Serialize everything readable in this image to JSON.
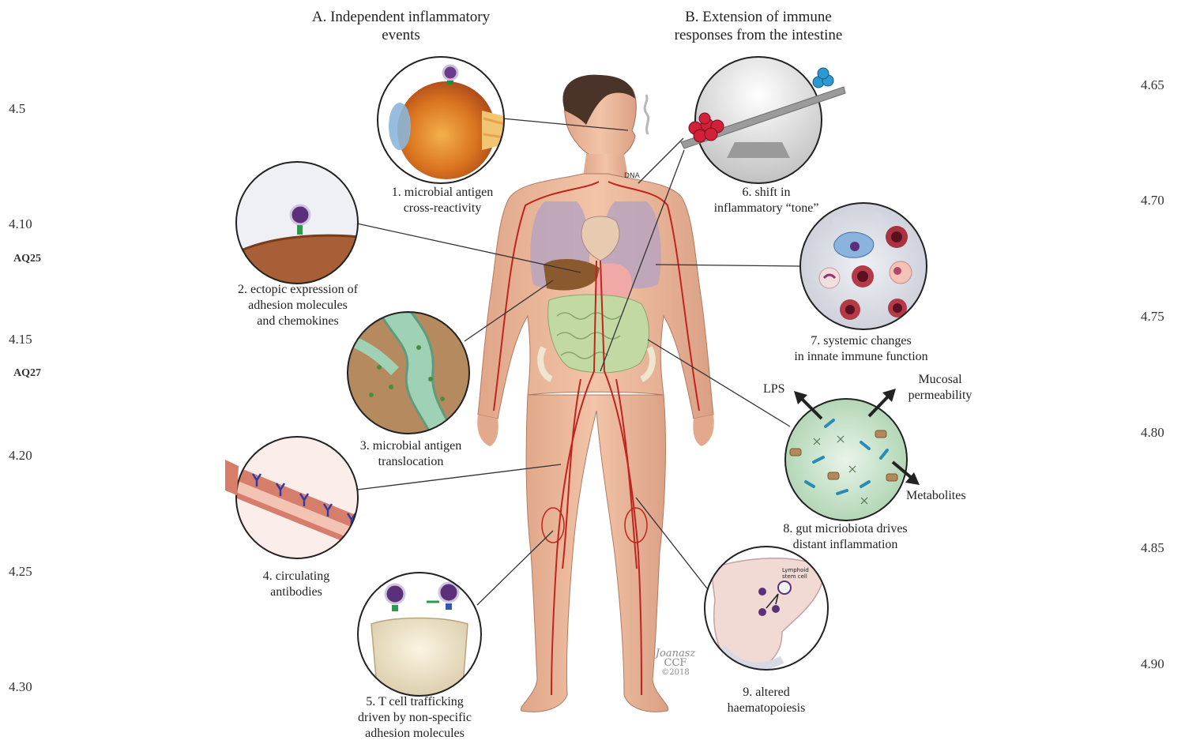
{
  "headers": {
    "a": [
      "A. Independent inflammatory",
      "events"
    ],
    "b": [
      "B. Extension of immune",
      "responses from the intestine"
    ]
  },
  "labels": {
    "l1": [
      "1. microbial antigen",
      "cross-reactivity"
    ],
    "l2": [
      "2. ectopic expression of",
      "adhesion molecules",
      "and chemokines"
    ],
    "l3": [
      "3. microbial antigen",
      "translocation"
    ],
    "l4": [
      "4. circulating",
      "antibodies"
    ],
    "l5": [
      "5. T cell trafficking",
      "driven by non-specific",
      "adhesion molecules"
    ],
    "l6": [
      "6. shift in",
      "inflammatory “tone”"
    ],
    "l7": [
      "7. systemic changes",
      "in innate immune function"
    ],
    "l8": [
      "8. gut micriobiota drives",
      "distant inflammation"
    ],
    "l9": [
      "9. altered",
      "haematopoiesis"
    ]
  },
  "arrows": {
    "lps": "LPS",
    "mucosal": [
      "Mucosal",
      "permeability"
    ],
    "metabolites": "Metabolites"
  },
  "inset_text": {
    "dna": "DNA",
    "lymphoid": [
      "Lymphoid",
      "stem cell"
    ]
  },
  "signature": [
    "Joanasz",
    "CCF",
    "©2018"
  ],
  "margin_left": [
    "4.5",
    "4.10",
    "4.15",
    "4.20",
    "4.25",
    "4.30"
  ],
  "margin_right": [
    "4.65",
    "4.70",
    "4.75",
    "4.80",
    "4.85",
    "4.90"
  ],
  "queries": [
    "AQ25",
    "AQ27"
  ]
}
